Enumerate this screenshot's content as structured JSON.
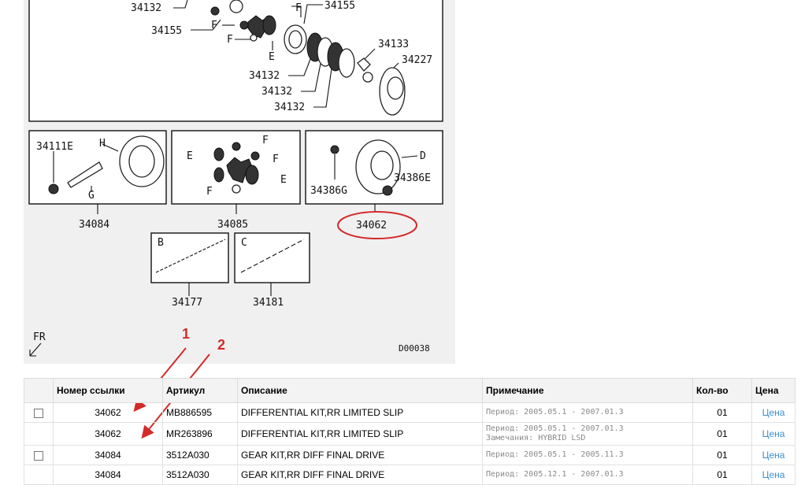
{
  "diagram": {
    "labels": {
      "l34132_top": "34132",
      "l34155_top": "34155",
      "l34155_left": "34155",
      "lF_1": "F",
      "lF_2": "F",
      "lF_3": "F",
      "lE_main": "E",
      "l34133": "34133",
      "l34227": "34227",
      "l34132_a": "34132",
      "l34132_b": "34132",
      "l34132_c": "34132",
      "l34111E": "34111E",
      "lH": "H",
      "lG": "G",
      "l34084": "34084",
      "lE_b1": "E",
      "lE_b2": "E",
      "lF_b1": "F",
      "lF_b2": "F",
      "lF_b3": "F",
      "l34085": "34085",
      "lD": "D",
      "l34386G": "34386G",
      "l34386E": "34386E",
      "l34062": "34062",
      "lB": "B",
      "lC": "C",
      "l34177": "34177",
      "l34181": "34181",
      "lFR": "FR",
      "lcode": "D00038"
    },
    "arrow_labels": {
      "a1": "1",
      "a2": "2"
    },
    "highlight_color": "#d42a2a"
  },
  "table": {
    "headers": {
      "ref": "Номер ссылки",
      "article": "Артикул",
      "desc": "Описание",
      "note": "Примечание",
      "qty": "Кол-во",
      "price": "Цена"
    },
    "rows": [
      {
        "ref": "34062",
        "article": "MB886595",
        "desc": "DIFFERENTIAL KIT,RR LIMITED SLIP",
        "note1": "Период: 2005.05.1 - 2007.01.3",
        "note2": "",
        "qty": "01",
        "price": "Цена"
      },
      {
        "ref": "34062",
        "article": "MR263896",
        "desc": "DIFFERENTIAL KIT,RR LIMITED SLIP",
        "note1": "Период: 2005.05.1 - 2007.01.3",
        "note2": "Замечания: HYBRID LSD",
        "qty": "01",
        "price": "Цена"
      },
      {
        "ref": "34084",
        "article": "3512A030",
        "desc": "GEAR KIT,RR DIFF FINAL DRIVE",
        "note1": "Период: 2005.05.1 - 2005.11.3",
        "note2": "",
        "qty": "01",
        "price": "Цена"
      },
      {
        "ref": "34084",
        "article": "3512A030",
        "desc": "GEAR KIT,RR DIFF FINAL DRIVE",
        "note1": "Период: 2005.12.1 - 2007.01.3",
        "note2": "",
        "qty": "01",
        "price": "Цена"
      }
    ]
  }
}
